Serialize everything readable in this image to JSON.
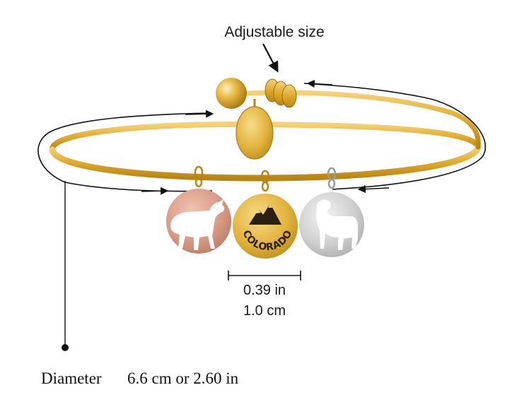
{
  "annotations": {
    "adjustable": "Adjustable size",
    "charm_size_in": "0.39 in",
    "charm_size_cm": "1.0 cm",
    "diameter_label": "Diameter",
    "diameter_value": "6.6 cm or 2.60 in"
  },
  "charms": {
    "center_text": "COLORADO"
  },
  "colors": {
    "gold": "#e5b53a",
    "rose_gold": "#d99a85",
    "silver": "#cfcfcf"
  }
}
